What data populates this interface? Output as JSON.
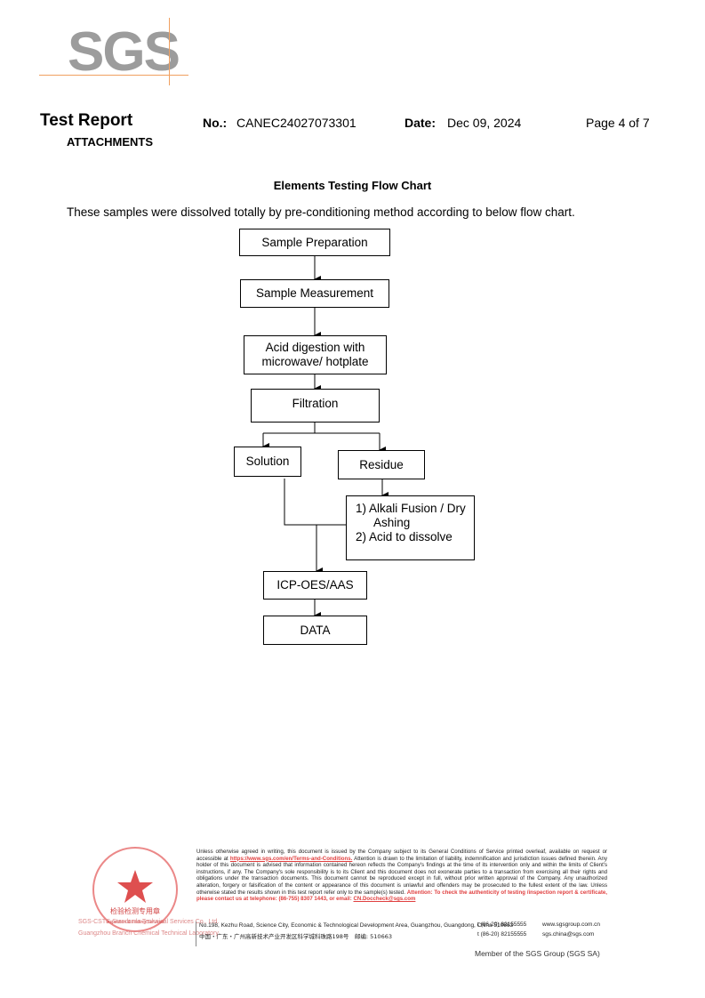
{
  "header": {
    "logo_text": "SGS",
    "report_title": "Test Report",
    "section": "ATTACHMENTS",
    "no_label": "No.:",
    "no_value": "CANEC24027073301",
    "date_label": "Date:",
    "date_value": "Dec 09, 2024",
    "page": "Page 4 of 7"
  },
  "chart": {
    "title": "Elements Testing Flow Chart",
    "intro": "These samples were dissolved totally by pre-conditioning method according to below flow chart.",
    "steps": {
      "prep": "Sample Preparation",
      "measure": "Sample Measurement",
      "acid_line1": "Acid digestion with",
      "acid_line2": "microwave/ hotplate",
      "filtration": "Filtration",
      "solution": "Solution",
      "residue": "Residue",
      "fusion_line1": "1) Alkali Fusion / Dry",
      "fusion_line2": "Ashing",
      "fusion_line3": "2) Acid to dissolve",
      "icp": "ICP-OES/AAS",
      "data": "DATA"
    }
  },
  "footer": {
    "disclaimer_1": "Unless otherwise agreed in writing, this document is issued by the Company subject to its General Conditions of Service printed overleaf, available on request or accessible at ",
    "terms_link": "https://www.sgs.com/en/Terms-and-Conditions.",
    "disclaimer_2": " Attention is drawn to the limitation of liability, indemnification and jurisdiction issues defined therein. Any holder of this document is advised that information contained hereon reflects the Company's findings at the time of its intervention only and within the limits of Client's instructions, if any. The Company's sole responsibility is to its Client and this document does not exonerate parties to a transaction from exercising all their rights and obligations under the transaction documents. This document cannot be reproduced except in full, without prior written approval of the Company. Any unauthorized alteration, forgery or falsification of the content or appearance of this document is unlawful and offenders may be prosecuted to the fullest extent of the law. Unless otherwise stated the results shown in this test report refer only to the sample(s) tested.",
    "attention": "Attention: To check the authenticity of testing /inspection report & certificate, please contact us at telephone: (86-755) 8307 1443, or email: ",
    "email": "CN.Doccheck@sgs.com",
    "address_en": "No.198, Kezhu Road, Science City, Economic & Technological Development Area, Guangzhou, Guangdong, China 510663",
    "address_cn": "中国・广东・广州高新技术产业开发区科学城科珠路198号　邮编: 510663",
    "tel_1": "t (86-20) 82155555",
    "tel_2": "t (86-20) 82155555",
    "web": "www.sgsgroup.com.cn",
    "mail": "sgs.china@sgs.com",
    "member": "Member of the SGS Group (SGS SA)",
    "seal_side_1": "SGS-CSTC Standards Technical Services Co., Ltd.",
    "seal_side_2": "Guangzhou Branch Chemical Technical Laboratory",
    "seal_text_1": "检验检测专用章",
    "seal_text_2": "Inspection & Testing Services"
  }
}
